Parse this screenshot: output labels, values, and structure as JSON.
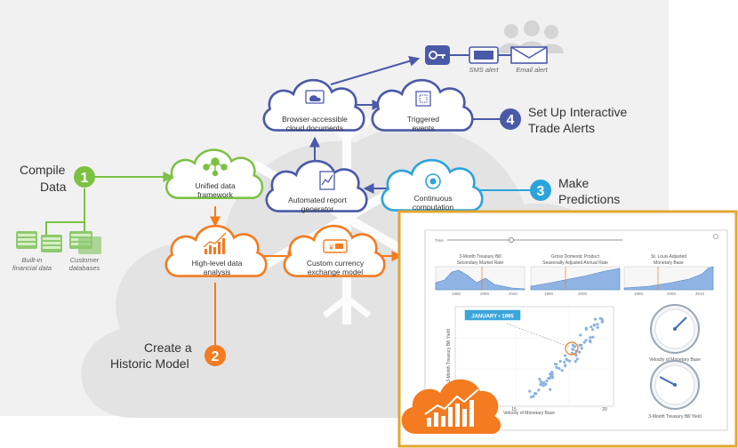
{
  "steps": {
    "one": {
      "number": "1",
      "text": [
        "Compile",
        "Data"
      ]
    },
    "two": {
      "number": "2",
      "text": [
        "Create a",
        "Historic Model"
      ]
    },
    "three": {
      "number": "3",
      "text": [
        "Make",
        "Predictions"
      ]
    },
    "four": {
      "number": "4",
      "text": [
        "Set Up Interactive",
        "Trade Alerts"
      ]
    }
  },
  "sources": {
    "builtin": [
      "Built-in",
      "financial data"
    ],
    "customer": [
      "Customer",
      "databases"
    ]
  },
  "nodes": {
    "unified": [
      "Unified data",
      "framework"
    ],
    "highlevel": [
      "High-level data",
      "analysis"
    ],
    "currency": [
      "Custom currency",
      "exchange model"
    ],
    "report": [
      "Automated report",
      "generator"
    ],
    "continuous": [
      "Continuous",
      "computation"
    ],
    "browser": [
      "Browser-accessible",
      "cloud documents"
    ],
    "triggered": [
      "Triggered",
      "events"
    ]
  },
  "alerts": {
    "sms": "SMS alert",
    "email": "Email alert"
  },
  "inset": {
    "slider_label": "Time",
    "mini_charts": [
      {
        "title": [
          "3-Month Treasury Bill",
          "Secondary Market Rate"
        ],
        "ticks": [
          "1980",
          "2000",
          "2020"
        ]
      },
      {
        "title": [
          "Gross Domestic Product",
          "Seasonally Adjusted Annual Rate"
        ],
        "ticks": [
          "1980",
          "2000"
        ]
      },
      {
        "title": [
          "St. Louis Adjusted",
          "Monetary Base"
        ],
        "ticks": [
          "1980",
          "2000",
          "2010"
        ]
      }
    ],
    "scatter": {
      "callout": "JANUARY • 1995",
      "xlabel": "Velocity of Monetary Base",
      "ylabel": "3-Month Treasury Bill Yield",
      "xticks": [
        "15",
        "20"
      ]
    },
    "gauges": [
      {
        "label": "Velocity of Monetary Base"
      },
      {
        "label": "3-Month Treasury Bill Yield"
      }
    ]
  },
  "colors": {
    "green": "#7cc142",
    "orange": "#f47b20",
    "navy": "#4a5aa8",
    "blue": "#2aa4dc",
    "gold": "#e1a731"
  }
}
